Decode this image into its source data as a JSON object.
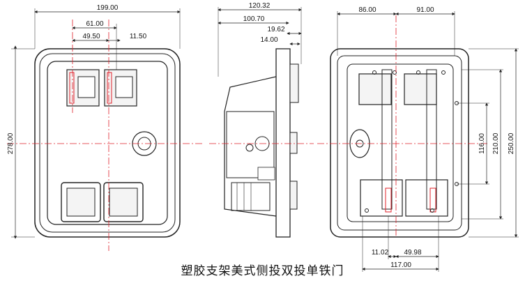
{
  "caption": "塑胶支架美式侧投双投单铁门",
  "dims": {
    "front_width": "199.00",
    "front_inner": "61.00",
    "front_slot": "49.50",
    "front_slot2": "11.50",
    "front_height": "278.00",
    "side_depth": "120.32",
    "side_depth2": "100.70",
    "side_flange": "19.62",
    "side_flange2": "14.00",
    "rear_left": "86.00",
    "rear_right": "91.00",
    "rear_h1": "116.00",
    "rear_h2": "210.00",
    "rear_h3": "250.00",
    "rear_b1": "11.02",
    "rear_b2": "49.98",
    "rear_b3": "117.00"
  },
  "colors": {
    "line": "#222222",
    "center": "#e0202a",
    "fill": "#f4f4f4"
  }
}
